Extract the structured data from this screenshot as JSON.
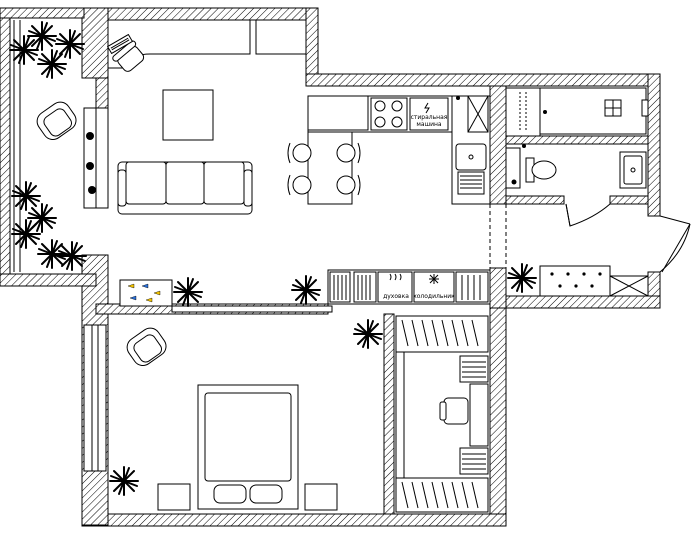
{
  "labels": {
    "washer_line1": "стиральная",
    "washer_line2": "машина",
    "oven": "духовка",
    "fridge": "холодильник"
  },
  "colors": {
    "wall_hatch": "#000000",
    "background": "#ffffff",
    "fish_yellow": "#f2c200",
    "fish_blue": "#2a6fd6"
  },
  "icons": [
    "plant-icon",
    "armchair-icon",
    "sofa-icon",
    "bed-icon",
    "stove-icon",
    "sink-icon",
    "toilet-icon",
    "shower-icon",
    "desk-chair-icon",
    "fridge-icon",
    "oven-icon",
    "washer-icon",
    "aquarium-icon"
  ]
}
